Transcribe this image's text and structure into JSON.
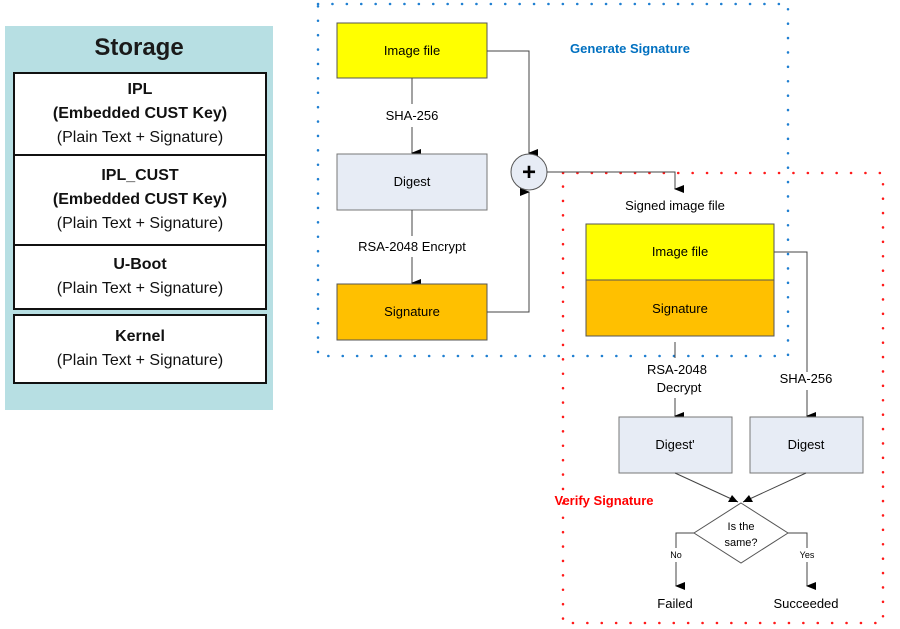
{
  "storage": {
    "title": "Storage",
    "items": [
      {
        "name": "IPL",
        "note": "(Embedded CUST Key)",
        "format": "(Plain Text + Signature)"
      },
      {
        "name": "IPL_CUST",
        "note": "(Embedded CUST Key)",
        "format": "(Plain Text + Signature)"
      },
      {
        "name": "U-Boot",
        "format": "(Plain Text + Signature)"
      },
      {
        "name": "Kernel",
        "format": "(Plain Text + Signature)"
      }
    ]
  },
  "generate": {
    "title": "Generate Signature",
    "title_color": "#0070c0",
    "image_file": "Image file",
    "hash_label": "SHA-256",
    "digest": "Digest",
    "encrypt_label": "RSA-2048 Encrypt",
    "signature": "Signature",
    "combine_symbol": "+"
  },
  "verify": {
    "title": "Verify Signature",
    "title_color": "#ff0000",
    "signed_label": "Signed image file",
    "image_file": "Image file",
    "signature": "Signature",
    "decrypt_label_1": "RSA-2048",
    "decrypt_label_2": "Decrypt",
    "hash_label": "SHA-256",
    "digest_prime": "Digest'",
    "digest": "Digest",
    "decision_1": "Is the",
    "decision_2": "same?",
    "no_label": "No",
    "yes_label": "Yes",
    "failed": "Failed",
    "succeeded": "Succeeded"
  },
  "colors": {
    "yellow": "#ffff00",
    "orange": "#ffc000",
    "digest_fill": "#e7ecf5",
    "storage_bg": "#b7dfe3"
  }
}
